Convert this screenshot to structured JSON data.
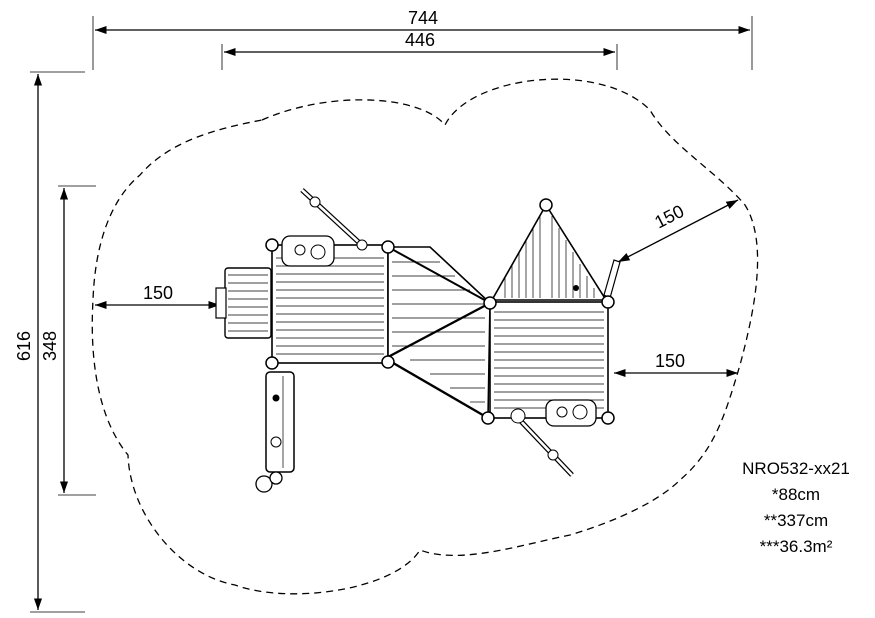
{
  "dimensions": {
    "overall_width": "744",
    "structure_width": "446",
    "overall_depth": "616",
    "structure_depth": "348",
    "clearance_left": "150",
    "clearance_top_right": "150",
    "clearance_right": "150"
  },
  "product": {
    "code": "NRO532-xx21",
    "free_fall_height": "*88cm",
    "max_height": "**337cm",
    "safety_area": "***36.3m²"
  }
}
